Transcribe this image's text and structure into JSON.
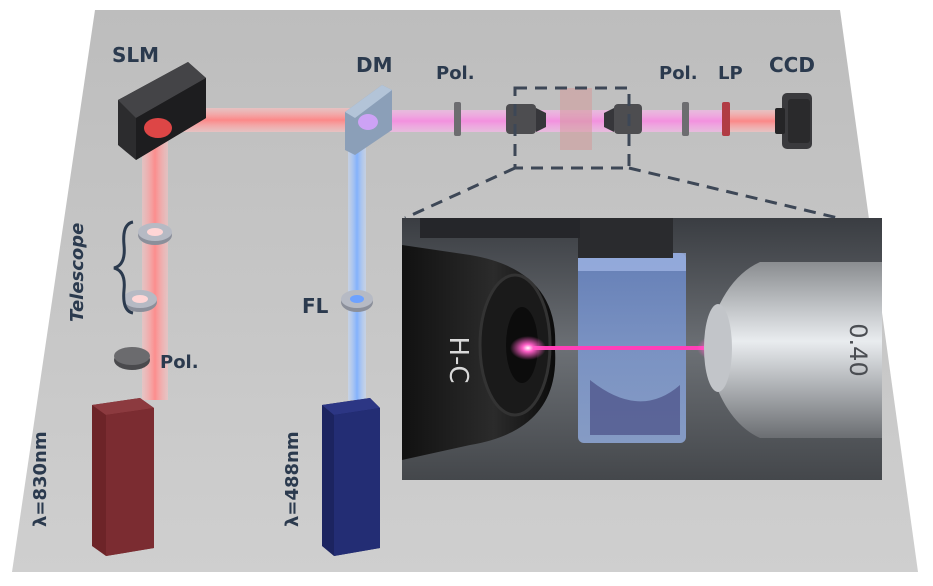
{
  "labels": {
    "slm": "SLM",
    "dm": "DM",
    "pol_1": "Pol.",
    "pol_2": "Pol.",
    "lp": "LP",
    "ccd": "CCD",
    "fl": "FL",
    "pol_3": "Pol.",
    "telescope": "Telescope",
    "laser_830": "λ=830nm",
    "laser_488": "λ=488nm"
  },
  "colors": {
    "table": "#c8c8c8",
    "label_text": "#2b3a4e",
    "red_beam": "#ff8a8a",
    "blue_beam": "#9fc4ff",
    "mixed_beam": "#ff9ce6",
    "laser_830_box": "#7a2a2e",
    "laser_488_box": "#26307a",
    "dashed_outline": "#3d4756"
  },
  "inset_photo": {
    "description_labels": [
      "H-C",
      "0.40"
    ]
  }
}
